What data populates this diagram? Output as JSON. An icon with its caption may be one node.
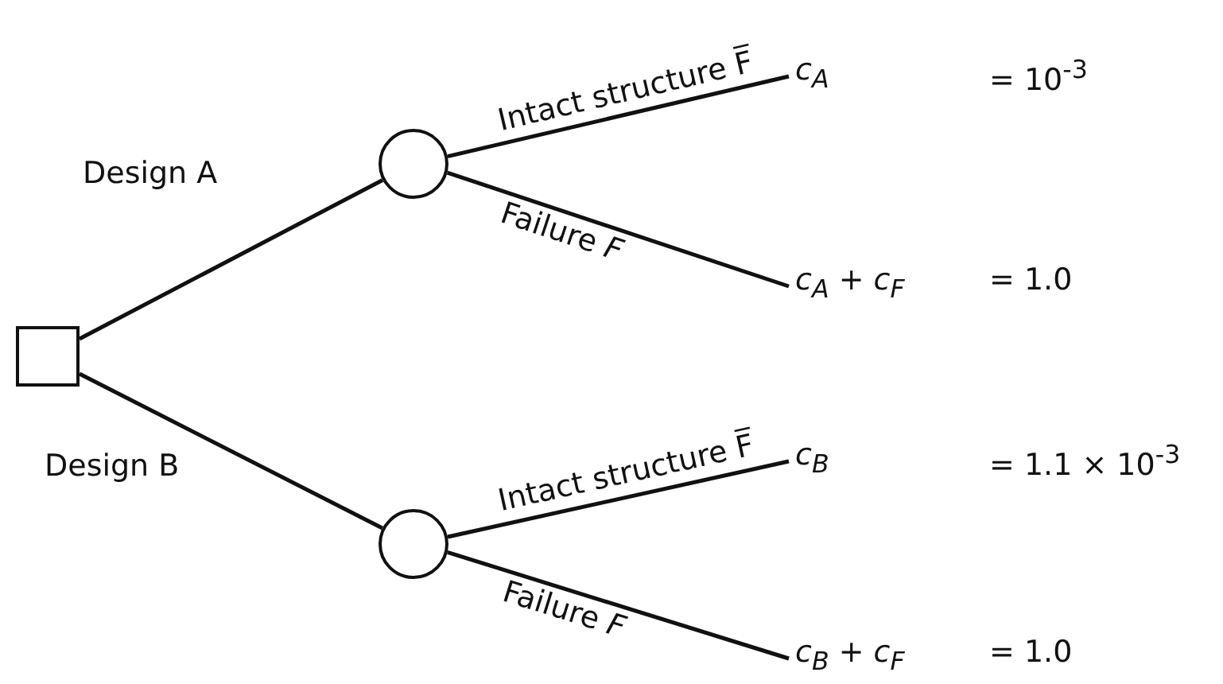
{
  "diagram": {
    "nodes": [
      {
        "text": [],
        "shape": "box"
      },
      {
        "text": [],
        "shape": "circle"
      },
      {
        "text": [],
        "shape": "circle"
      },
      {
        "text": [
          "c$_{A}$"
        ]
      },
      {
        "text": [
          "c$_{A}$ + c$_{F}$"
        ]
      },
      {
        "text": [
          "c$_{B}$"
        ]
      },
      {
        "text": [
          "c$_{B}$ + c$_{F}$"
        ]
      }
    ],
    "edges": [
      {
        "from": 0,
        "to": 1,
        "arrow": "none",
        "label": "Design A"
      },
      {
        "from": 0,
        "to": 2,
        "arrow": "none",
        "label": "Design B"
      },
      {
        "from": 1,
        "to": 3,
        "arrow": "none",
        "label": "Intact structure F̅"
      },
      {
        "from": 1,
        "to": 4,
        "arrow": "none",
        "label": "Failure *F*"
      },
      {
        "from": 2,
        "to": 5,
        "arrow": "none",
        "label": "Intact structure F̅"
      },
      {
        "from": 2,
        "to": 6,
        "arrow": "none",
        "label": "Failure *F*"
      }
    ],
    "labels": [
      "= 10$^{-3}$",
      "= 1.0",
      "= 1.1 × 10$^{-3}$",
      "= 1.0"
    ]
  }
}
